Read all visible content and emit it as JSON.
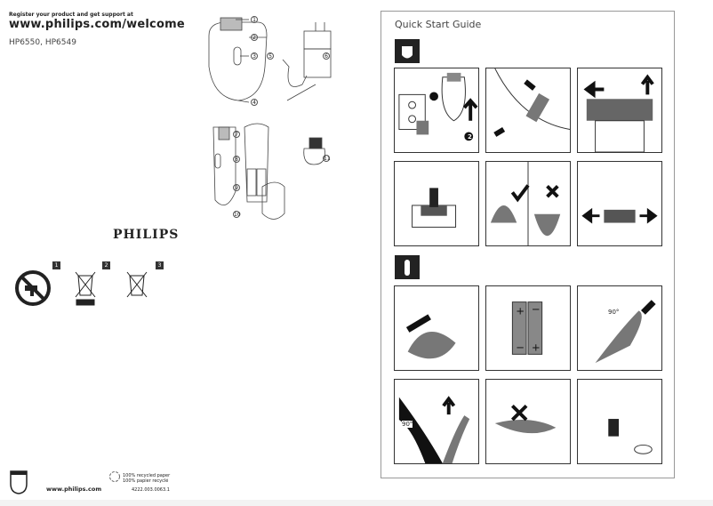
{
  "left_page": {
    "register_text": "Register your product and get support at",
    "url": "www.philips.com/welcome",
    "models": "HP6550, HP6549",
    "brand": "PHILIPS",
    "part_numbers": [
      "1",
      "2",
      "3",
      "4",
      "5",
      "6",
      "7",
      "8",
      "9",
      "10",
      "11"
    ],
    "symbol_numbers": [
      "1",
      "2",
      "3"
    ],
    "footer_url": "www.philips.com",
    "recycled_en": "100% recycled paper",
    "recycled_fr": "100% papier recyclé",
    "doc_code": "4222.003.0063.1"
  },
  "guide": {
    "title": "Quick Start Guide",
    "step_numbers": [
      "1",
      "2"
    ],
    "angle_label": "90°"
  }
}
